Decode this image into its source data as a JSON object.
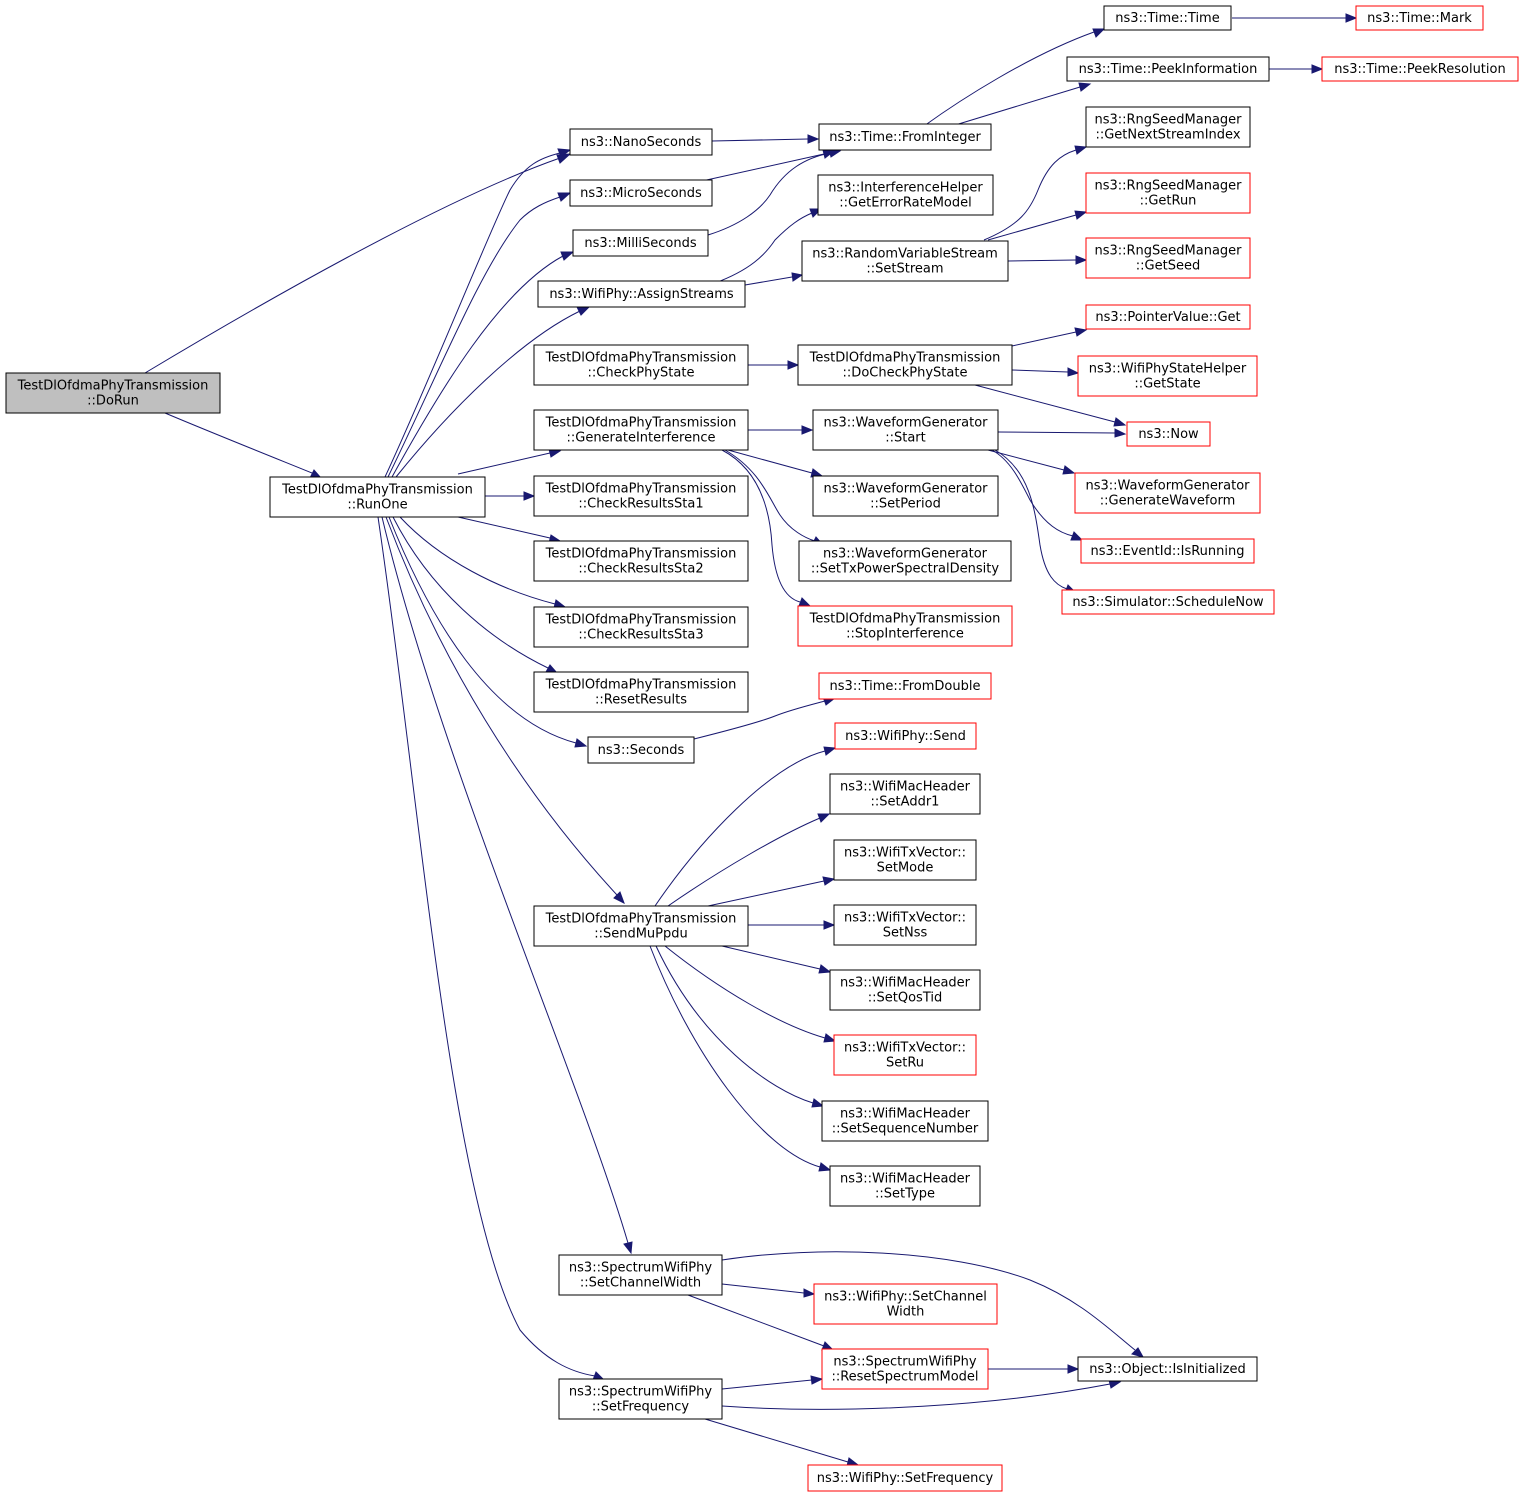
{
  "colors": {
    "edge": "#191970",
    "root_fill": "#bfbfbf",
    "node_fill": "#ffffff",
    "documented_border": "#000000",
    "undocumented_border": "#ff0000"
  },
  "nodes": [
    {
      "id": "dorun",
      "lines": [
        "TestDlOfdmaPhyTransmission",
        "::DoRun"
      ],
      "style": "root"
    },
    {
      "id": "runone",
      "lines": [
        "TestDlOfdmaPhyTransmission",
        "::RunOne"
      ],
      "style": "black"
    },
    {
      "id": "nanoseconds",
      "lines": [
        "ns3::NanoSeconds"
      ],
      "style": "black"
    },
    {
      "id": "microseconds",
      "lines": [
        "ns3::MicroSeconds"
      ],
      "style": "black"
    },
    {
      "id": "milliseconds",
      "lines": [
        "ns3::MilliSeconds"
      ],
      "style": "black"
    },
    {
      "id": "assignstreams",
      "lines": [
        "ns3::WifiPhy::AssignStreams"
      ],
      "style": "black"
    },
    {
      "id": "checkphystate",
      "lines": [
        "TestDlOfdmaPhyTransmission",
        "::CheckPhyState"
      ],
      "style": "black"
    },
    {
      "id": "geninterf",
      "lines": [
        "TestDlOfdmaPhyTransmission",
        "::GenerateInterference"
      ],
      "style": "black"
    },
    {
      "id": "checksta1",
      "lines": [
        "TestDlOfdmaPhyTransmission",
        "::CheckResultsSta1"
      ],
      "style": "black"
    },
    {
      "id": "checksta2",
      "lines": [
        "TestDlOfdmaPhyTransmission",
        "::CheckResultsSta2"
      ],
      "style": "black"
    },
    {
      "id": "checksta3",
      "lines": [
        "TestDlOfdmaPhyTransmission",
        "::CheckResultsSta3"
      ],
      "style": "black"
    },
    {
      "id": "resetresults",
      "lines": [
        "TestDlOfdmaPhyTransmission",
        "::ResetResults"
      ],
      "style": "black"
    },
    {
      "id": "seconds",
      "lines": [
        "ns3::Seconds"
      ],
      "style": "black"
    },
    {
      "id": "sendmuppdu",
      "lines": [
        "TestDlOfdmaPhyTransmission",
        "::SendMuPpdu"
      ],
      "style": "black"
    },
    {
      "id": "swp_setchw",
      "lines": [
        "ns3::SpectrumWifiPhy",
        "::SetChannelWidth"
      ],
      "style": "black"
    },
    {
      "id": "swp_setfreq",
      "lines": [
        "ns3::SpectrumWifiPhy",
        "::SetFrequency"
      ],
      "style": "black"
    },
    {
      "id": "timetime",
      "lines": [
        "ns3::Time::Time"
      ],
      "style": "black"
    },
    {
      "id": "peekinfo",
      "lines": [
        "ns3::Time::PeekInformation"
      ],
      "style": "black"
    },
    {
      "id": "frominteger",
      "lines": [
        "ns3::Time::FromInteger"
      ],
      "style": "black"
    },
    {
      "id": "geterm",
      "lines": [
        "ns3::InterferenceHelper",
        "::GetErrorRateModel"
      ],
      "style": "black"
    },
    {
      "id": "rvs_setstream",
      "lines": [
        "ns3::RandomVariableStream",
        "::SetStream"
      ],
      "style": "black"
    },
    {
      "id": "docheckphystate",
      "lines": [
        "TestDlOfdmaPhyTransmission",
        "::DoCheckPhyState"
      ],
      "style": "black"
    },
    {
      "id": "wg_start",
      "lines": [
        "ns3::WaveformGenerator",
        "::Start"
      ],
      "style": "black"
    },
    {
      "id": "wg_setperiod",
      "lines": [
        "ns3::WaveformGenerator",
        "::SetPeriod"
      ],
      "style": "black"
    },
    {
      "id": "wg_settxpsd",
      "lines": [
        "ns3::WaveformGenerator",
        "::SetTxPowerSpectralDensity"
      ],
      "style": "black"
    },
    {
      "id": "stopinterf",
      "lines": [
        "TestDlOfdmaPhyTransmission",
        "::StopInterference"
      ],
      "style": "red"
    },
    {
      "id": "fromdouble",
      "lines": [
        "ns3::Time::FromDouble"
      ],
      "style": "red"
    },
    {
      "id": "wp_send",
      "lines": [
        "ns3::WifiPhy::Send"
      ],
      "style": "red"
    },
    {
      "id": "wmh_setaddr1",
      "lines": [
        "ns3::WifiMacHeader",
        "::SetAddr1"
      ],
      "style": "black"
    },
    {
      "id": "wtv_setmode",
      "lines": [
        "ns3::WifiTxVector::",
        "SetMode"
      ],
      "style": "black"
    },
    {
      "id": "wtv_setnss",
      "lines": [
        "ns3::WifiTxVector::",
        "SetNss"
      ],
      "style": "black"
    },
    {
      "id": "wmh_setqostid",
      "lines": [
        "ns3::WifiMacHeader",
        "::SetQosTid"
      ],
      "style": "black"
    },
    {
      "id": "wtv_setru",
      "lines": [
        "ns3::WifiTxVector::",
        "SetRu"
      ],
      "style": "red"
    },
    {
      "id": "wmh_setseq",
      "lines": [
        "ns3::WifiMacHeader",
        "::SetSequenceNumber"
      ],
      "style": "black"
    },
    {
      "id": "wmh_settype",
      "lines": [
        "ns3::WifiMacHeader",
        "::SetType"
      ],
      "style": "black"
    },
    {
      "id": "wp_setchw",
      "lines": [
        "ns3::WifiPhy::SetChannel",
        "Width"
      ],
      "style": "red"
    },
    {
      "id": "swp_resetsm",
      "lines": [
        "ns3::SpectrumWifiPhy",
        "::ResetSpectrumModel"
      ],
      "style": "red"
    },
    {
      "id": "wp_setfreq",
      "lines": [
        "ns3::WifiPhy::SetFrequency"
      ],
      "style": "red"
    },
    {
      "id": "timemark",
      "lines": [
        "ns3::Time::Mark"
      ],
      "style": "red"
    },
    {
      "id": "peekres",
      "lines": [
        "ns3::Time::PeekResolution"
      ],
      "style": "red"
    },
    {
      "id": "rsm_getnsi",
      "lines": [
        "ns3::RngSeedManager",
        "::GetNextStreamIndex"
      ],
      "style": "black"
    },
    {
      "id": "rsm_getrun",
      "lines": [
        "ns3::RngSeedManager",
        "::GetRun"
      ],
      "style": "red"
    },
    {
      "id": "rsm_getseed",
      "lines": [
        "ns3::RngSeedManager",
        "::GetSeed"
      ],
      "style": "red"
    },
    {
      "id": "pv_get",
      "lines": [
        "ns3::PointerValue::Get"
      ],
      "style": "red"
    },
    {
      "id": "wpsh_getstate",
      "lines": [
        "ns3::WifiPhyStateHelper",
        "::GetState"
      ],
      "style": "red"
    },
    {
      "id": "now",
      "lines": [
        "ns3::Now"
      ],
      "style": "red"
    },
    {
      "id": "wg_genwave",
      "lines": [
        "ns3::WaveformGenerator",
        "::GenerateWaveform"
      ],
      "style": "red"
    },
    {
      "id": "eid_isrunning",
      "lines": [
        "ns3::EventId::IsRunning"
      ],
      "style": "red"
    },
    {
      "id": "sim_schednow",
      "lines": [
        "ns3::Simulator::ScheduleNow"
      ],
      "style": "red"
    },
    {
      "id": "obj_isinit",
      "lines": [
        "ns3::Object::IsInitialized"
      ],
      "style": "black"
    }
  ]
}
